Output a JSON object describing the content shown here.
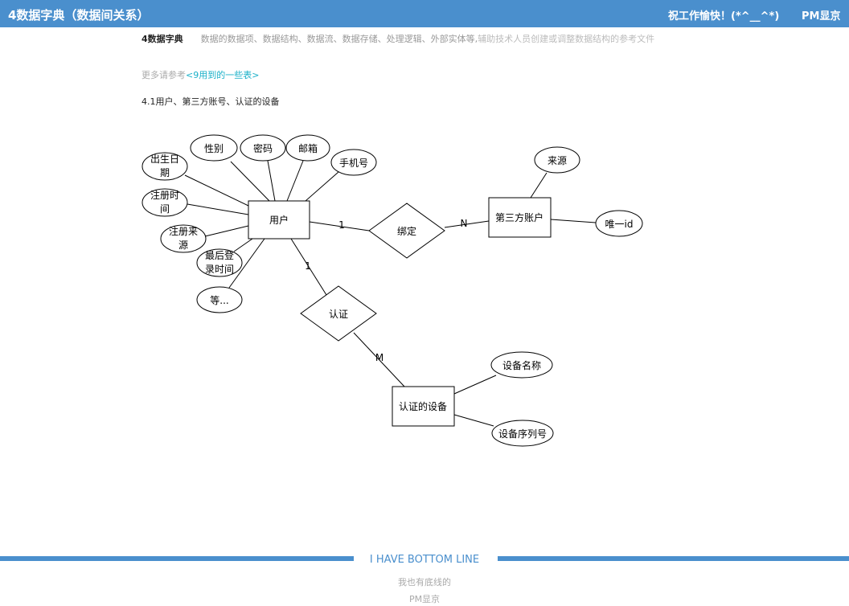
{
  "header": {
    "title": "4数据字典（数据间关系）",
    "greeting": "祝工作愉快！(*^__^*)",
    "user": "PM显京"
  },
  "subtitle": {
    "label": "4数据字典",
    "desc_a": "数据的数据项、数据结构、数据流、数据存储、处理逻辑、外部实体等,",
    "desc_b": "辅助技术人员创建或调整数据结构的参考文件"
  },
  "more": {
    "prefix": "更多请参考",
    "link": "<9用到的一些表>"
  },
  "section": "4.1用户、第三方账号、认证的设备",
  "diagram": {
    "entities": {
      "user": "用户",
      "third": "第三方账户",
      "device": "认证的设备"
    },
    "relations": {
      "bind": "绑定",
      "auth": "认证"
    },
    "attrs": {
      "gender": "性别",
      "password": "密码",
      "email": "邮箱",
      "phone": "手机号",
      "birth1": "出生日",
      "birth2": "期",
      "regtime1": "注册时",
      "regtime2": "间",
      "regsrc1": "注册来",
      "regsrc2": "源",
      "lastlogin1": "最后登",
      "lastlogin2": "录时间",
      "etc": "等...",
      "source": "来源",
      "uid": "唯一id",
      "devname": "设备名称",
      "devserial": "设备序列号"
    },
    "cardinality": {
      "user_bind": "1",
      "bind_third": "N",
      "user_auth": "1",
      "auth_device": "M"
    }
  },
  "footer": {
    "banner": "I HAVE BOTTOM LINE",
    "line1": "我也有底线的",
    "line2": "PM显京"
  }
}
